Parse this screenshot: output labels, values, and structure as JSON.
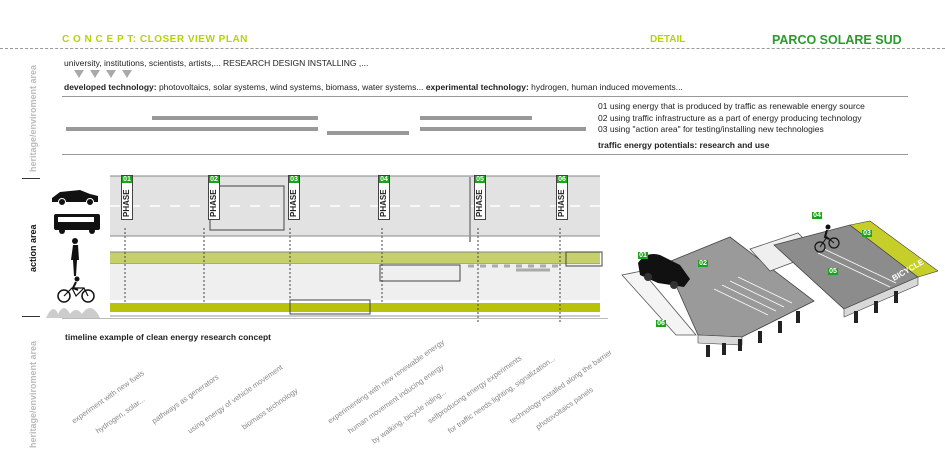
{
  "header": {
    "title": "C O N C E P T: CLOSER VIEW PLAN",
    "detail": "DETAIL",
    "project": "PARCO SOLARE SUD"
  },
  "side_labels": {
    "heritage_top": "heritage/enviroment area",
    "action": "action area",
    "heritage_bottom": "heritage/enviroment area"
  },
  "research_line": "university, institutions, scientists, artists,...  RESEARCH  DESIGN  INSTALLING  ,...",
  "technology": {
    "developed_label": "developed technology:",
    "developed_text": " photovoltaics, solar systems, wind systems, biomass, water systems... ",
    "experimental_label": "experimental technology:",
    "experimental_text": " hydrogen, human induced movements..."
  },
  "energy_list": [
    "01  using energy that is produced by traffic as renewable energy source",
    "02  using traffic infrastructure as a part of energy producing technology",
    "03  using \"action area\" for testing/installing new technologies"
  ],
  "energy_potentials": "traffic energy potentials: research and use",
  "timeline_title": "timeline example of clean energy research concept",
  "phases": [
    {
      "label": "PHASE",
      "num": "01"
    },
    {
      "label": "PHASE",
      "num": "02"
    },
    {
      "label": "PHASE",
      "num": "03"
    },
    {
      "label": "PHASE",
      "num": "04"
    },
    {
      "label": "PHASE",
      "num": "05"
    },
    {
      "label": "PHASE",
      "num": "06"
    }
  ],
  "timeline_notes": [
    "experiment with new fuels",
    "hydrogen, solar...",
    "pathways as generators",
    "using energy of vehicle movement",
    "biomass technology",
    "experimenting with new renewable energy",
    "human movement inducing energy",
    "by walking, bicycle riding...",
    "selfproducing energy experiments",
    "for traffic needs:lighting, signalization...",
    "technology installed  along the barrier",
    "photovoltaics panels"
  ],
  "detail_tags": [
    "01",
    "02",
    "03",
    "04",
    "05",
    "06"
  ],
  "detail_road_text": "BICYCLE",
  "colors": {
    "accent": "#b8d20a",
    "green": "#18a518",
    "grey": "#999999"
  }
}
